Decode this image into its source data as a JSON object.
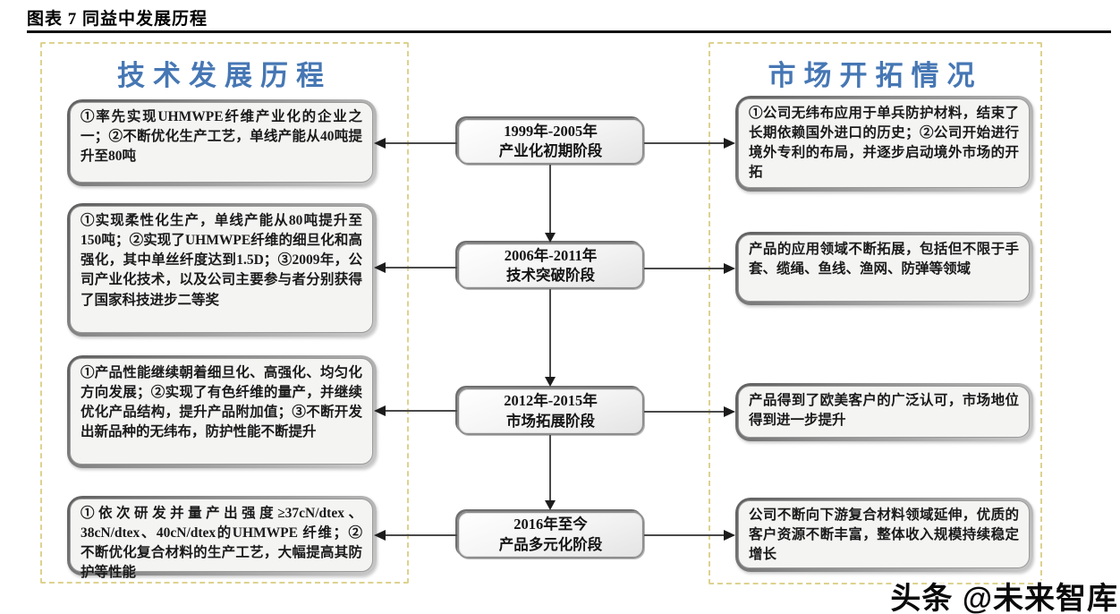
{
  "figure": {
    "title": "图表 7 同益中发展历程"
  },
  "diagram": {
    "left_header": "技术发展历程",
    "right_header": "市场开拓情况",
    "stages": [
      {
        "period": "1999年-2005年",
        "name": "产业化初期阶段",
        "tech": "①率先实现UHMWPE纤维产业化的企业之一；②不断优化生产工艺，单线产能从40吨提升至80吨",
        "market": "①公司无纬布应用于单兵防护材料，结束了长期依赖国外进口的历史；②公司开始进行境外专利的布局，并逐步启动境外市场的开拓"
      },
      {
        "period": "2006年-2011年",
        "name": "技术突破阶段",
        "tech": "①实现柔性化生产，单线产能从80吨提升至150吨；②实现了UHMWPE纤维的细旦化和高强化，其中单丝纤度达到1.5D；③2009年，公司产业化技术，以及公司主要参与者分别获得了国家科技进步二等奖",
        "market": "产品的应用领域不断拓展，包括但不限于手套、缆绳、鱼线、渔网、防弹等领域"
      },
      {
        "period": "2012年-2015年",
        "name": "市场拓展阶段",
        "tech": "①产品性能继续朝着细旦化、高强化、均匀化方向发展；②实现了有色纤维的量产，并继续优化产品结构，提升产品附加值；③不断开发出新品种的无纬布，防护性能不断提升",
        "market": "产品得到了欧美客户的广泛认可，市场地位得到进一步提升"
      },
      {
        "period": "2016年至今",
        "name": "产品多元化阶段",
        "tech": "①依次研发并量产出强度≥37cN/dtex、38cN/dtex、40cN/dtex的UHMWPE 纤维；②不断优化复合材料的生产工艺，大幅提高其防护等性能",
        "market": "公司不断向下游复合材料领域延伸，优质的客户资源不断丰富，整体收入规模持续稳定增长"
      }
    ]
  },
  "watermark": "头条 @未来智库",
  "colors": {
    "header_blue": "#4677b4",
    "panel_dash": "#ddd28f",
    "box_fill": "#f4f4f3",
    "box_rim": "#5e5e5e",
    "arrow_line": "#4a4a4a",
    "arrow_head": "#1c1c1c"
  }
}
